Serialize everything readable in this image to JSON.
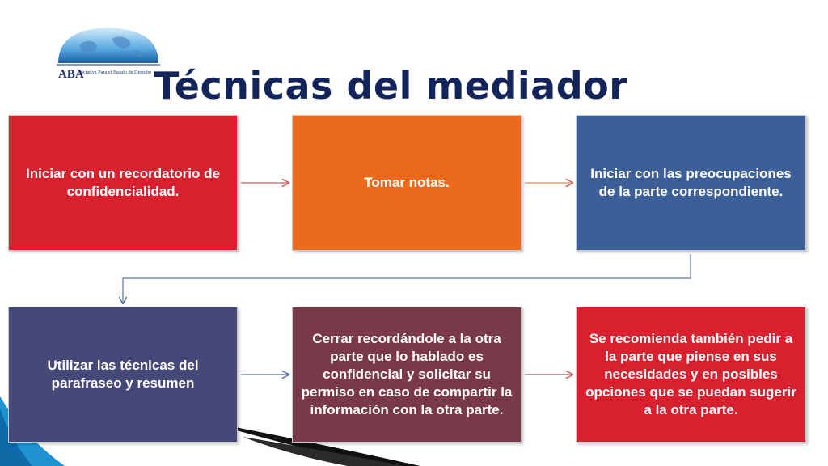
{
  "slide": {
    "title": "Técnicas del mediador",
    "logo": {
      "monogram": "ABA",
      "subtitle": "Iniciativa Para el Estado de Derecho"
    }
  },
  "steps": [
    {
      "text": "Iniciar con un recordatorio de confidencialidad.",
      "color": "#d9202e"
    },
    {
      "text": "Tomar notas.",
      "color": "#ec6a1c"
    },
    {
      "text": "Iniciar con las preocupaciones de la parte correspondiente.",
      "color": "#3b5f96"
    },
    {
      "text": "Utilizar las técnicas del parafraseo y resumen",
      "color": "#464878"
    },
    {
      "text": "Cerrar recordándole a la otra parte que lo hablado es confidencial y solicitar su permiso en caso de compartir la información con la otra parte.",
      "color": "#7a3948"
    },
    {
      "text": "Se recomienda también pedir a la parte que piense en sus necesidades y en posibles opciones que se puedan sugerir a la otra parte.",
      "color": "#d9202e"
    }
  ],
  "colors": {
    "title": "#13245a",
    "connector": "#5b6fae",
    "accent": "#1e93d0"
  }
}
